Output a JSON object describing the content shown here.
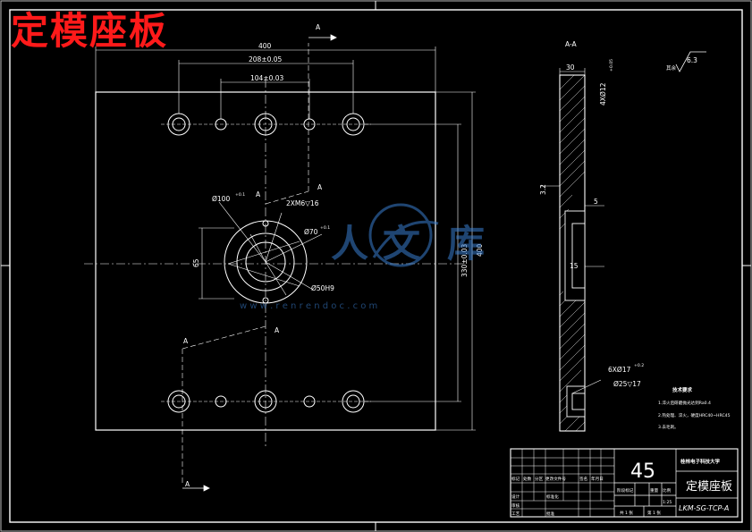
{
  "title_overlay": "定模座板",
  "section_label": "A-A",
  "section_markers": [
    "A",
    "A",
    "A",
    "A",
    "A",
    "A"
  ],
  "dims_main": {
    "width_total": "400",
    "width_208": "208±0.05",
    "width_104": "104±0.03",
    "height_total": "400",
    "height_330": "330±0.03",
    "height_65": "65",
    "hole_10": "Ø100",
    "hole_10_tol": "+0.1",
    "screw_spec": "2XM6▽16",
    "ring_70": "Ø70",
    "ring_70_tol": "+0.1",
    "bore_50": "Ø50H9"
  },
  "dims_section": {
    "thickness": "30",
    "bolt_holes": "4XØ12",
    "bolt_tol": "+0.05",
    "roughness_side": "3.2",
    "dim_5": "5",
    "dim_15": "15",
    "cbore_spec": "6XØ17",
    "cbore_tol": "+0.2",
    "cbore_depth": "Ø25▽17"
  },
  "roughness_note": "其余",
  "roughness_value": "6.3",
  "tech_req": {
    "heading": "技术要求",
    "lines": [
      "1.淬火后研磨抛光达到Ra0.4",
      "2.热处理、淬火，硬度HRC40~HRC45",
      "3.去毛刺。"
    ]
  },
  "watermark": {
    "chars": [
      "人",
      "文",
      "库"
    ],
    "url": "w w w . r e n r e n d o c . c o m"
  },
  "title_block": {
    "material": "45",
    "school": "桂林电子科技大学",
    "part_name": "定模座板",
    "drawing_no": "LKM-SG-TCP-A",
    "scale": "1:25",
    "sheet_info": [
      "共 1 张",
      "第 1 张"
    ],
    "headers": [
      "标记",
      "处数",
      "分区",
      "更改文件号",
      "签名",
      "年月日"
    ],
    "roles": [
      "设计",
      "审核",
      "工艺"
    ],
    "stage": [
      "阶段标记",
      "重量",
      "比例"
    ],
    "approve": "批准",
    "standard": "标准化"
  }
}
